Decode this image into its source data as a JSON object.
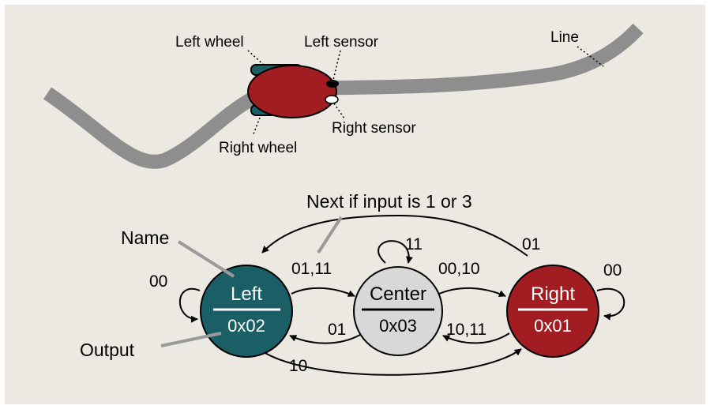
{
  "colors": {
    "background": "#ece9e2",
    "track": "#8e8e8e",
    "state_left": "#1b5f66",
    "state_center": "#d8d8d8",
    "state_right": "#a11d22",
    "robot_body": "#a11d22",
    "wheel": "#1b5f66"
  },
  "robot": {
    "left_wheel_label": "Left wheel",
    "right_wheel_label": "Right wheel",
    "left_sensor_label": "Left sensor",
    "right_sensor_label": "Right sensor",
    "line_label": "Line"
  },
  "fsm": {
    "states": {
      "left": {
        "name": "Left",
        "output": "0x02"
      },
      "center": {
        "name": "Center",
        "output": "0x03"
      },
      "right": {
        "name": "Right",
        "output": "0x01"
      }
    },
    "annotations": {
      "name": "Name",
      "output": "Output",
      "next": "Next if input is 1 or 3"
    },
    "transitions": {
      "left_self": "00",
      "left_to_center": "01,11",
      "center_self": "11",
      "center_to_right": "00,10",
      "right_self": "00",
      "right_to_left": "01",
      "center_to_left": "01",
      "right_to_center": "10,11",
      "left_to_right": "10"
    }
  }
}
